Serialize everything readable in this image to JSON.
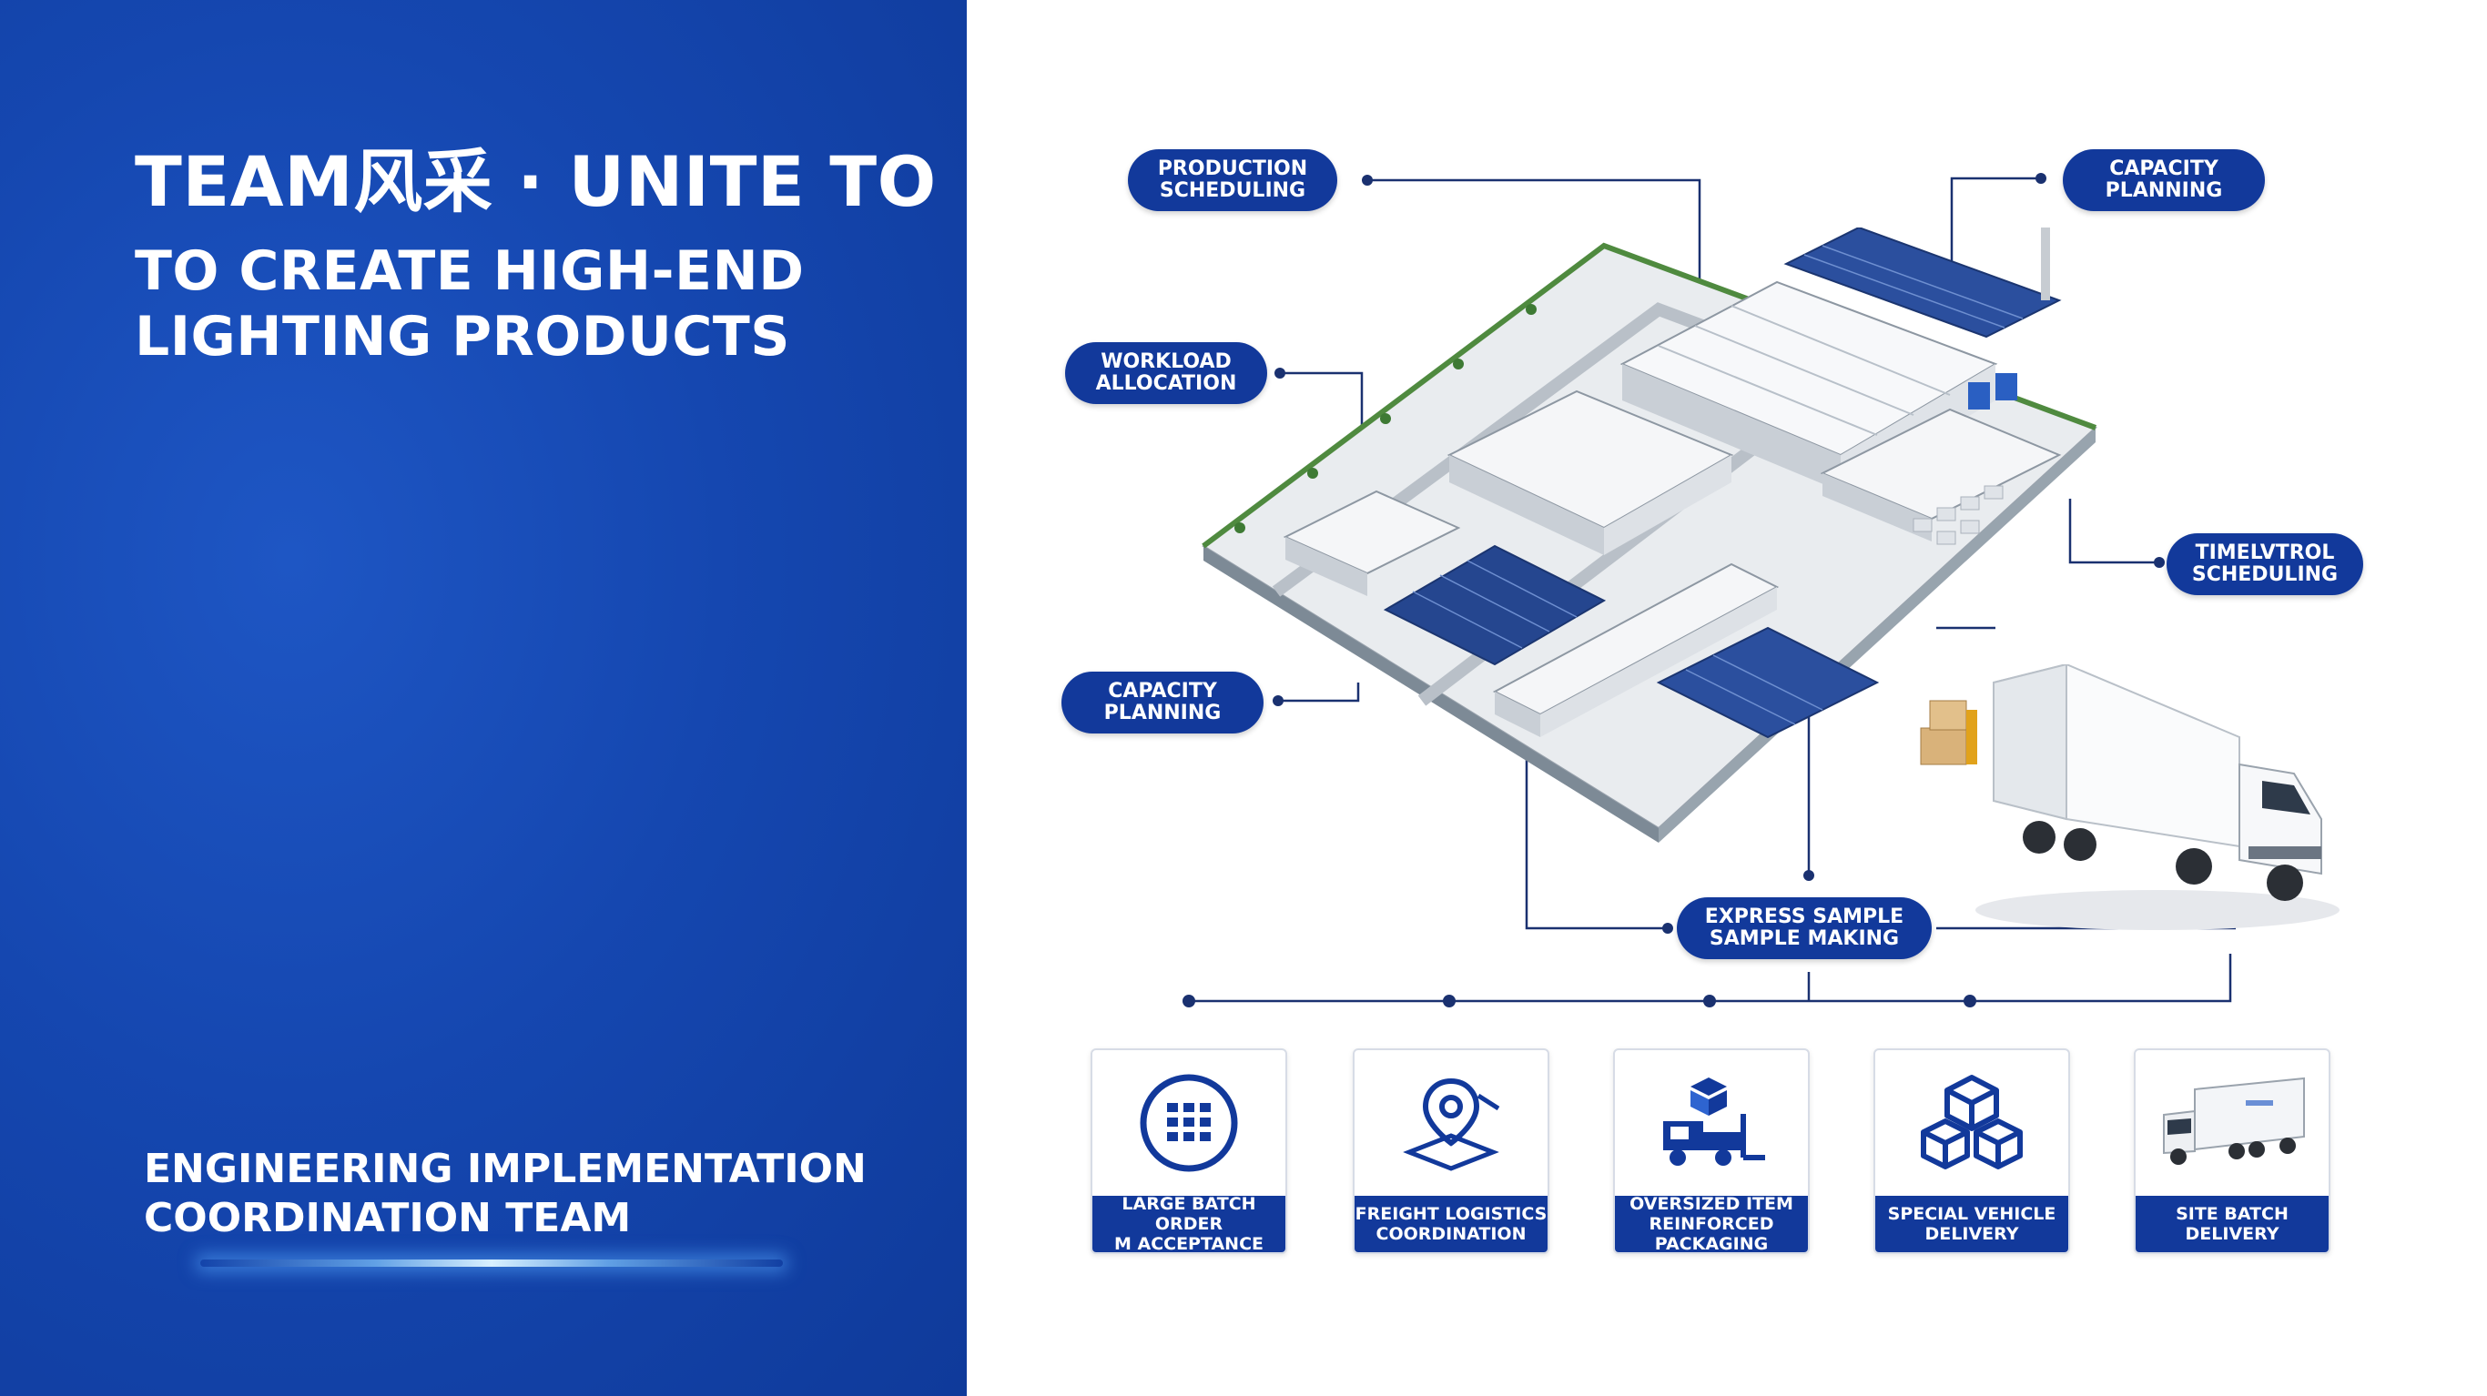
{
  "headline": {
    "line1": "TEAM风采 · UNITE TO",
    "line2": "TO CREATE HIGH-END",
    "line3": "LIGHTING PRODUCTS"
  },
  "team": {
    "line1": "ENGINEERING IMPLEMENTATION",
    "line2": "COORDINATION TEAM"
  },
  "callouts": {
    "production": {
      "l1": "PRODUCTION",
      "l2": "SCHEDULING"
    },
    "capacity_top": {
      "l1": "CAPACITY",
      "l2": "PLANNING"
    },
    "workload": {
      "l1": "WORKLOAD",
      "l2": "ALLOCATION"
    },
    "timelvtrol": {
      "l1": "TIMELVTROL",
      "l2": "SCHEDULING"
    },
    "capacity_left": {
      "l1": "CAPACITY",
      "l2": "PLANNING"
    },
    "express": {
      "l1": "EXPRESS SAMPLE",
      "l2": "SAMPLE MAKING"
    }
  },
  "cards": [
    {
      "l1": "LARGE BATCH ORDER",
      "l2": "M ACCEPTANCE",
      "icon": "grid-globe-icon"
    },
    {
      "l1": "FREIGHT LOGISTICS",
      "l2": "COORDINATION",
      "icon": "map-pin-icon"
    },
    {
      "l1": "OVERSIZED ITEM",
      "l2": "REINFORCED PACKAGING",
      "icon": "forklift-icon"
    },
    {
      "l1": "SPECIAL VEHICLE",
      "l2": "DELIVERY",
      "icon": "boxes-icon"
    },
    {
      "l1": "SITE BATCH",
      "l2": "DELIVERY",
      "icon": "truck-icon"
    }
  ],
  "colors": {
    "panel_blue": "#1547b0",
    "pill_navy": "#12399b",
    "line": "#1a3170"
  }
}
